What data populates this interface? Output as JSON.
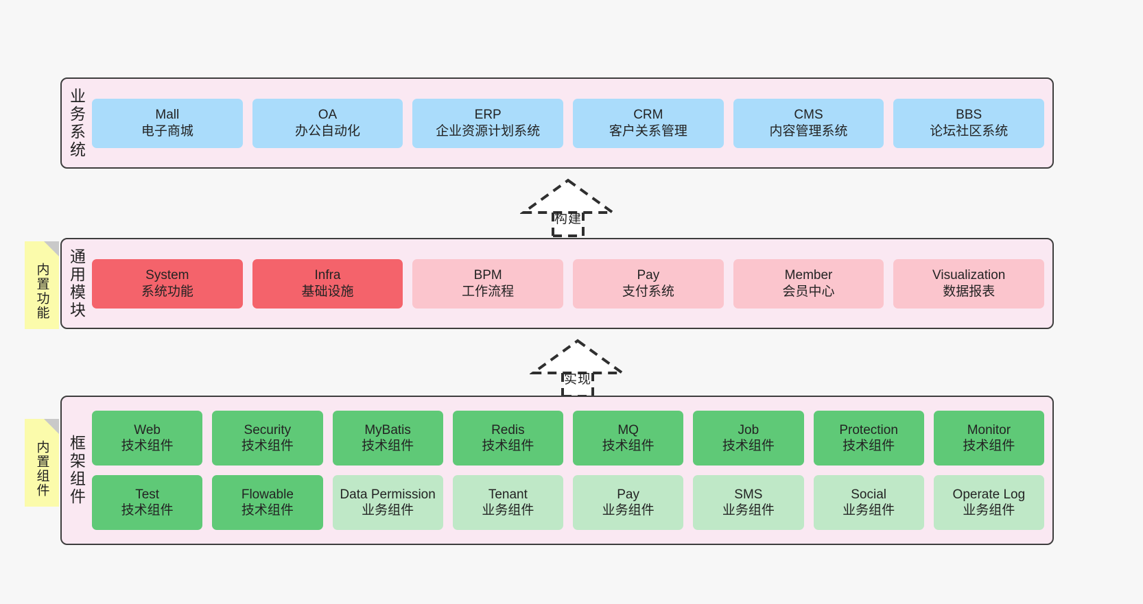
{
  "diagram": {
    "background_color": "#f7f7f7",
    "band_fill": "#fae8f2",
    "band_border": "#3d3d3d",
    "note_fill": "#fbfbab",
    "colors": {
      "blue": "#aadcfb",
      "red": "#f4636b",
      "pink": "#fbc5cd",
      "green": "#5fc977",
      "green_light": "#bfe8c7"
    }
  },
  "bands": [
    {
      "label": "业务系统",
      "rows": [
        [
          {
            "title": "Mall",
            "sub": "电子商城",
            "style": "blue"
          },
          {
            "title": "OA",
            "sub": "办公自动化",
            "style": "blue"
          },
          {
            "title": "ERP",
            "sub": "企业资源计划系统",
            "style": "blue"
          },
          {
            "title": "CRM",
            "sub": "客户关系管理",
            "style": "blue"
          },
          {
            "title": "CMS",
            "sub": "内容管理系统",
            "style": "blue"
          },
          {
            "title": "BBS",
            "sub": "论坛社区系统",
            "style": "blue"
          }
        ]
      ]
    },
    {
      "label": "通用模块",
      "note": "内置功能",
      "rows": [
        [
          {
            "title": "System",
            "sub": "系统功能",
            "style": "red"
          },
          {
            "title": "Infra",
            "sub": "基础设施",
            "style": "red"
          },
          {
            "title": "BPM",
            "sub": "工作流程",
            "style": "pink"
          },
          {
            "title": "Pay",
            "sub": "支付系统",
            "style": "pink"
          },
          {
            "title": "Member",
            "sub": "会员中心",
            "style": "pink"
          },
          {
            "title": "Visualization",
            "sub": "数据报表",
            "style": "pink"
          }
        ]
      ]
    },
    {
      "label": "框架组件",
      "note": "内置组件",
      "rows": [
        [
          {
            "title": "Web",
            "sub": "技术组件",
            "style": "green"
          },
          {
            "title": "Security",
            "sub": "技术组件",
            "style": "green"
          },
          {
            "title": "MyBatis",
            "sub": "技术组件",
            "style": "green"
          },
          {
            "title": "Redis",
            "sub": "技术组件",
            "style": "green"
          },
          {
            "title": "MQ",
            "sub": "技术组件",
            "style": "green"
          },
          {
            "title": "Job",
            "sub": "技术组件",
            "style": "green"
          },
          {
            "title": "Protection",
            "sub": "技术组件",
            "style": "green"
          },
          {
            "title": "Monitor",
            "sub": "技术组件",
            "style": "green"
          }
        ],
        [
          {
            "title": "Test",
            "sub": "技术组件",
            "style": "green"
          },
          {
            "title": "Flowable",
            "sub": "技术组件",
            "style": "green"
          },
          {
            "title": "Data Permission",
            "sub": "业务组件",
            "style": "green-light"
          },
          {
            "title": "Tenant",
            "sub": "业务组件",
            "style": "green-light"
          },
          {
            "title": "Pay",
            "sub": "业务组件",
            "style": "green-light"
          },
          {
            "title": "SMS",
            "sub": "业务组件",
            "style": "green-light"
          },
          {
            "title": "Social",
            "sub": "业务组件",
            "style": "green-light"
          },
          {
            "title": "Operate Log",
            "sub": "业务组件",
            "style": "green-light"
          }
        ]
      ]
    }
  ],
  "connectors": [
    {
      "label": "构建",
      "from": "通用模块",
      "to": "业务系统",
      "style": "dashed-hollow-arrow-up"
    },
    {
      "label": "实现",
      "from": "框架组件",
      "to": "通用模块",
      "style": "dashed-hollow-arrow-up"
    }
  ]
}
